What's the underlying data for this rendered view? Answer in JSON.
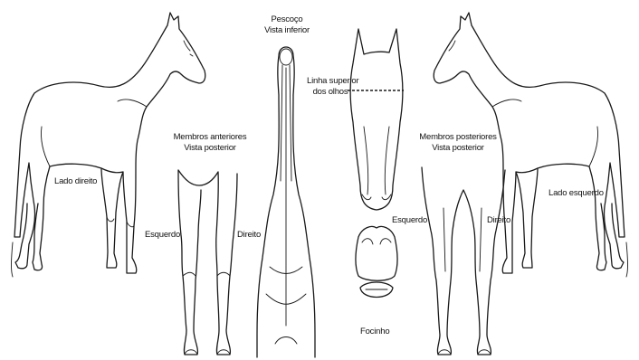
{
  "labels": {
    "right_side": "Lado direito",
    "forelimbs_title_1": "Membros anteriores",
    "forelimbs_title_2": "Vista posterior",
    "fore_left": "Esquerdo",
    "fore_right": "Direito",
    "neck_title_1": "Pescoço",
    "neck_title_2": "Vista inferior",
    "eye_line_1": "Linha superior",
    "eye_line_2": "dos olhos",
    "muzzle": "Focinho",
    "hindlimbs_title_1": "Membros posteriores",
    "hindlimbs_title_2": "Vista posterior",
    "hind_left": "Esquerdo",
    "hind_right": "Direito",
    "left_side": "Lado esquerdo"
  }
}
